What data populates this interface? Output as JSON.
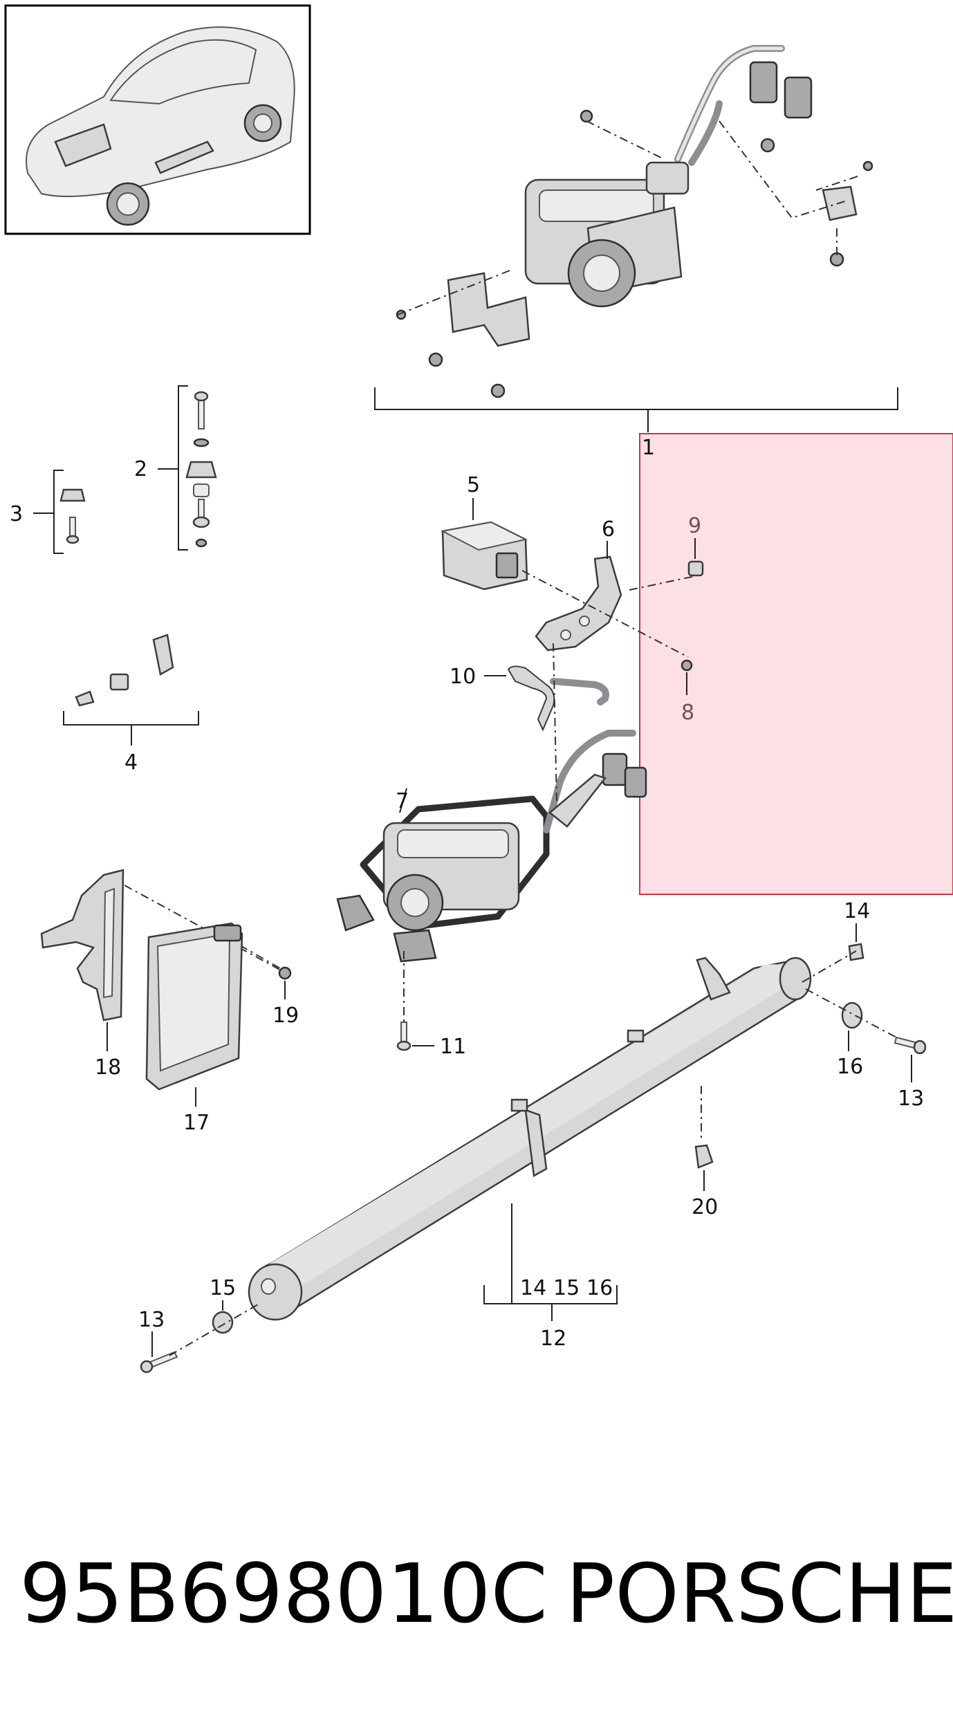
{
  "footer": {
    "part_number": "95B698010C",
    "brand": "PORSCHE"
  },
  "callouts": {
    "c1": "1",
    "c2": "2",
    "c3": "3",
    "c4": "4",
    "c5": "5",
    "c6": "6",
    "c7": "7",
    "c8": "8",
    "c9": "9",
    "c10": "10",
    "c11": "11",
    "c12": "12",
    "c13a": "13",
    "c13b": "13",
    "c14a": "14",
    "c14b": "14",
    "c15a": "15",
    "c15b": "15",
    "c16a": "16",
    "c16b": "16",
    "c17": "17",
    "c18": "18",
    "c19": "19",
    "c20": "20"
  },
  "colors": {
    "highlight_fill": "#fde0e6",
    "highlight_stroke": "#cc3344",
    "part_grey": "#d7d7d9",
    "ink": "#111111"
  },
  "icons": {
    "thumbnail": "car-thumbnail-icon",
    "compressor": "air-compressor-icon",
    "reservoir": "air-reservoir-tank-icon",
    "control_unit": "control-unit-icon"
  }
}
